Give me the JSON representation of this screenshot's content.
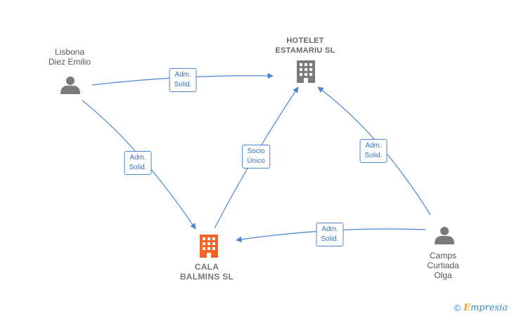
{
  "nodes": {
    "lisbona": {
      "name_line1": "Lisbona",
      "name_line2": "Diez Emilio",
      "type": "person"
    },
    "hotelet": {
      "name_line1": "HOTELET",
      "name_line2": "ESTAMARIU SL",
      "type": "company"
    },
    "cala": {
      "name_line1": "CALA",
      "name_line2": "BALMINS SL",
      "type": "company",
      "highlight": true
    },
    "camps": {
      "name_line1": "Camps",
      "name_line2": "Curtiada",
      "name_line3": "Olga",
      "type": "person"
    }
  },
  "edges": [
    {
      "id": "lisbona-hotelet",
      "line1": "Adm.",
      "line2": "Solid."
    },
    {
      "id": "lisbona-cala",
      "line1": "Adm.",
      "line2": "Solid."
    },
    {
      "id": "cala-hotelet",
      "line1": "Socio",
      "line2": "Único"
    },
    {
      "id": "camps-hotelet",
      "line1": "Adm.",
      "line2": "Solid."
    },
    {
      "id": "camps-cala",
      "line1": "Adm.",
      "line2": "Solid."
    }
  ],
  "colors": {
    "edge": "#4a86d6",
    "person_icon": "#7a7a7a",
    "company_icon": "#7a7a7a",
    "focus_company_icon": "#f26522"
  },
  "watermark": {
    "copyright_symbol": "©",
    "brand_initial": "E",
    "brand_rest": "mpresia"
  }
}
